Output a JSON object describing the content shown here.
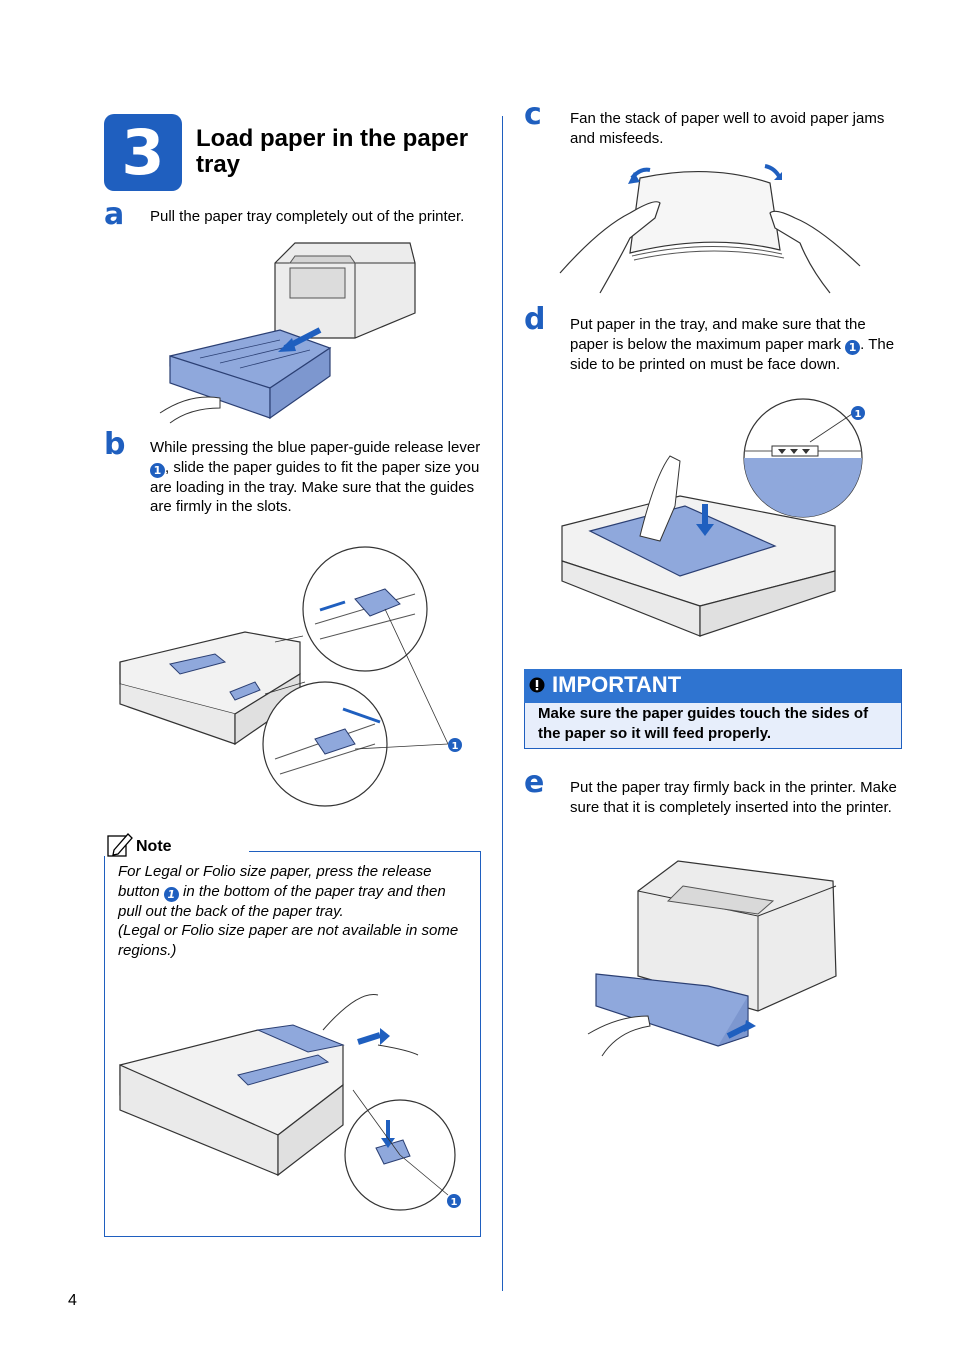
{
  "step": {
    "number": "3",
    "title": "Load paper in the paper tray"
  },
  "steps": {
    "a": {
      "letter": "a",
      "text": "Pull the paper tray completely out of the printer."
    },
    "b": {
      "letter": "b",
      "text_before": "While pressing the blue paper-guide release lever ",
      "text_after": ", slide the paper guides to fit the paper size you are loading in the tray. Make sure that the guides are firmly in the slots."
    },
    "c": {
      "letter": "c",
      "text": "Fan the stack of paper well to avoid paper jams and misfeeds."
    },
    "d": {
      "letter": "d",
      "text_before": "Put paper in the tray, and make sure that the paper is below the maximum paper mark ",
      "text_after": ". The side to be printed on must be face down."
    },
    "e": {
      "letter": "e",
      "text": "Put the paper tray firmly back in the printer. Make sure that it is completely inserted into the printer."
    }
  },
  "note": {
    "label": "Note",
    "text_before": "For Legal or Folio size paper, press the release button ",
    "text_after": " in the bottom of the paper tray and then pull out the back of the paper tray.",
    "text2": "(Legal or Folio size paper are not available in some regions.)"
  },
  "important": {
    "title": "IMPORTANT",
    "icon": "exclamation-icon",
    "text": "Make sure the paper guides touch the sides of the paper so it will feed properly."
  },
  "callout": "1",
  "page_number": "4",
  "colors": {
    "accent": "#1f5fbf",
    "tray_blue": "#8fa8dc",
    "important_head": "#2f74d0",
    "important_bg": "#e7eefb"
  }
}
